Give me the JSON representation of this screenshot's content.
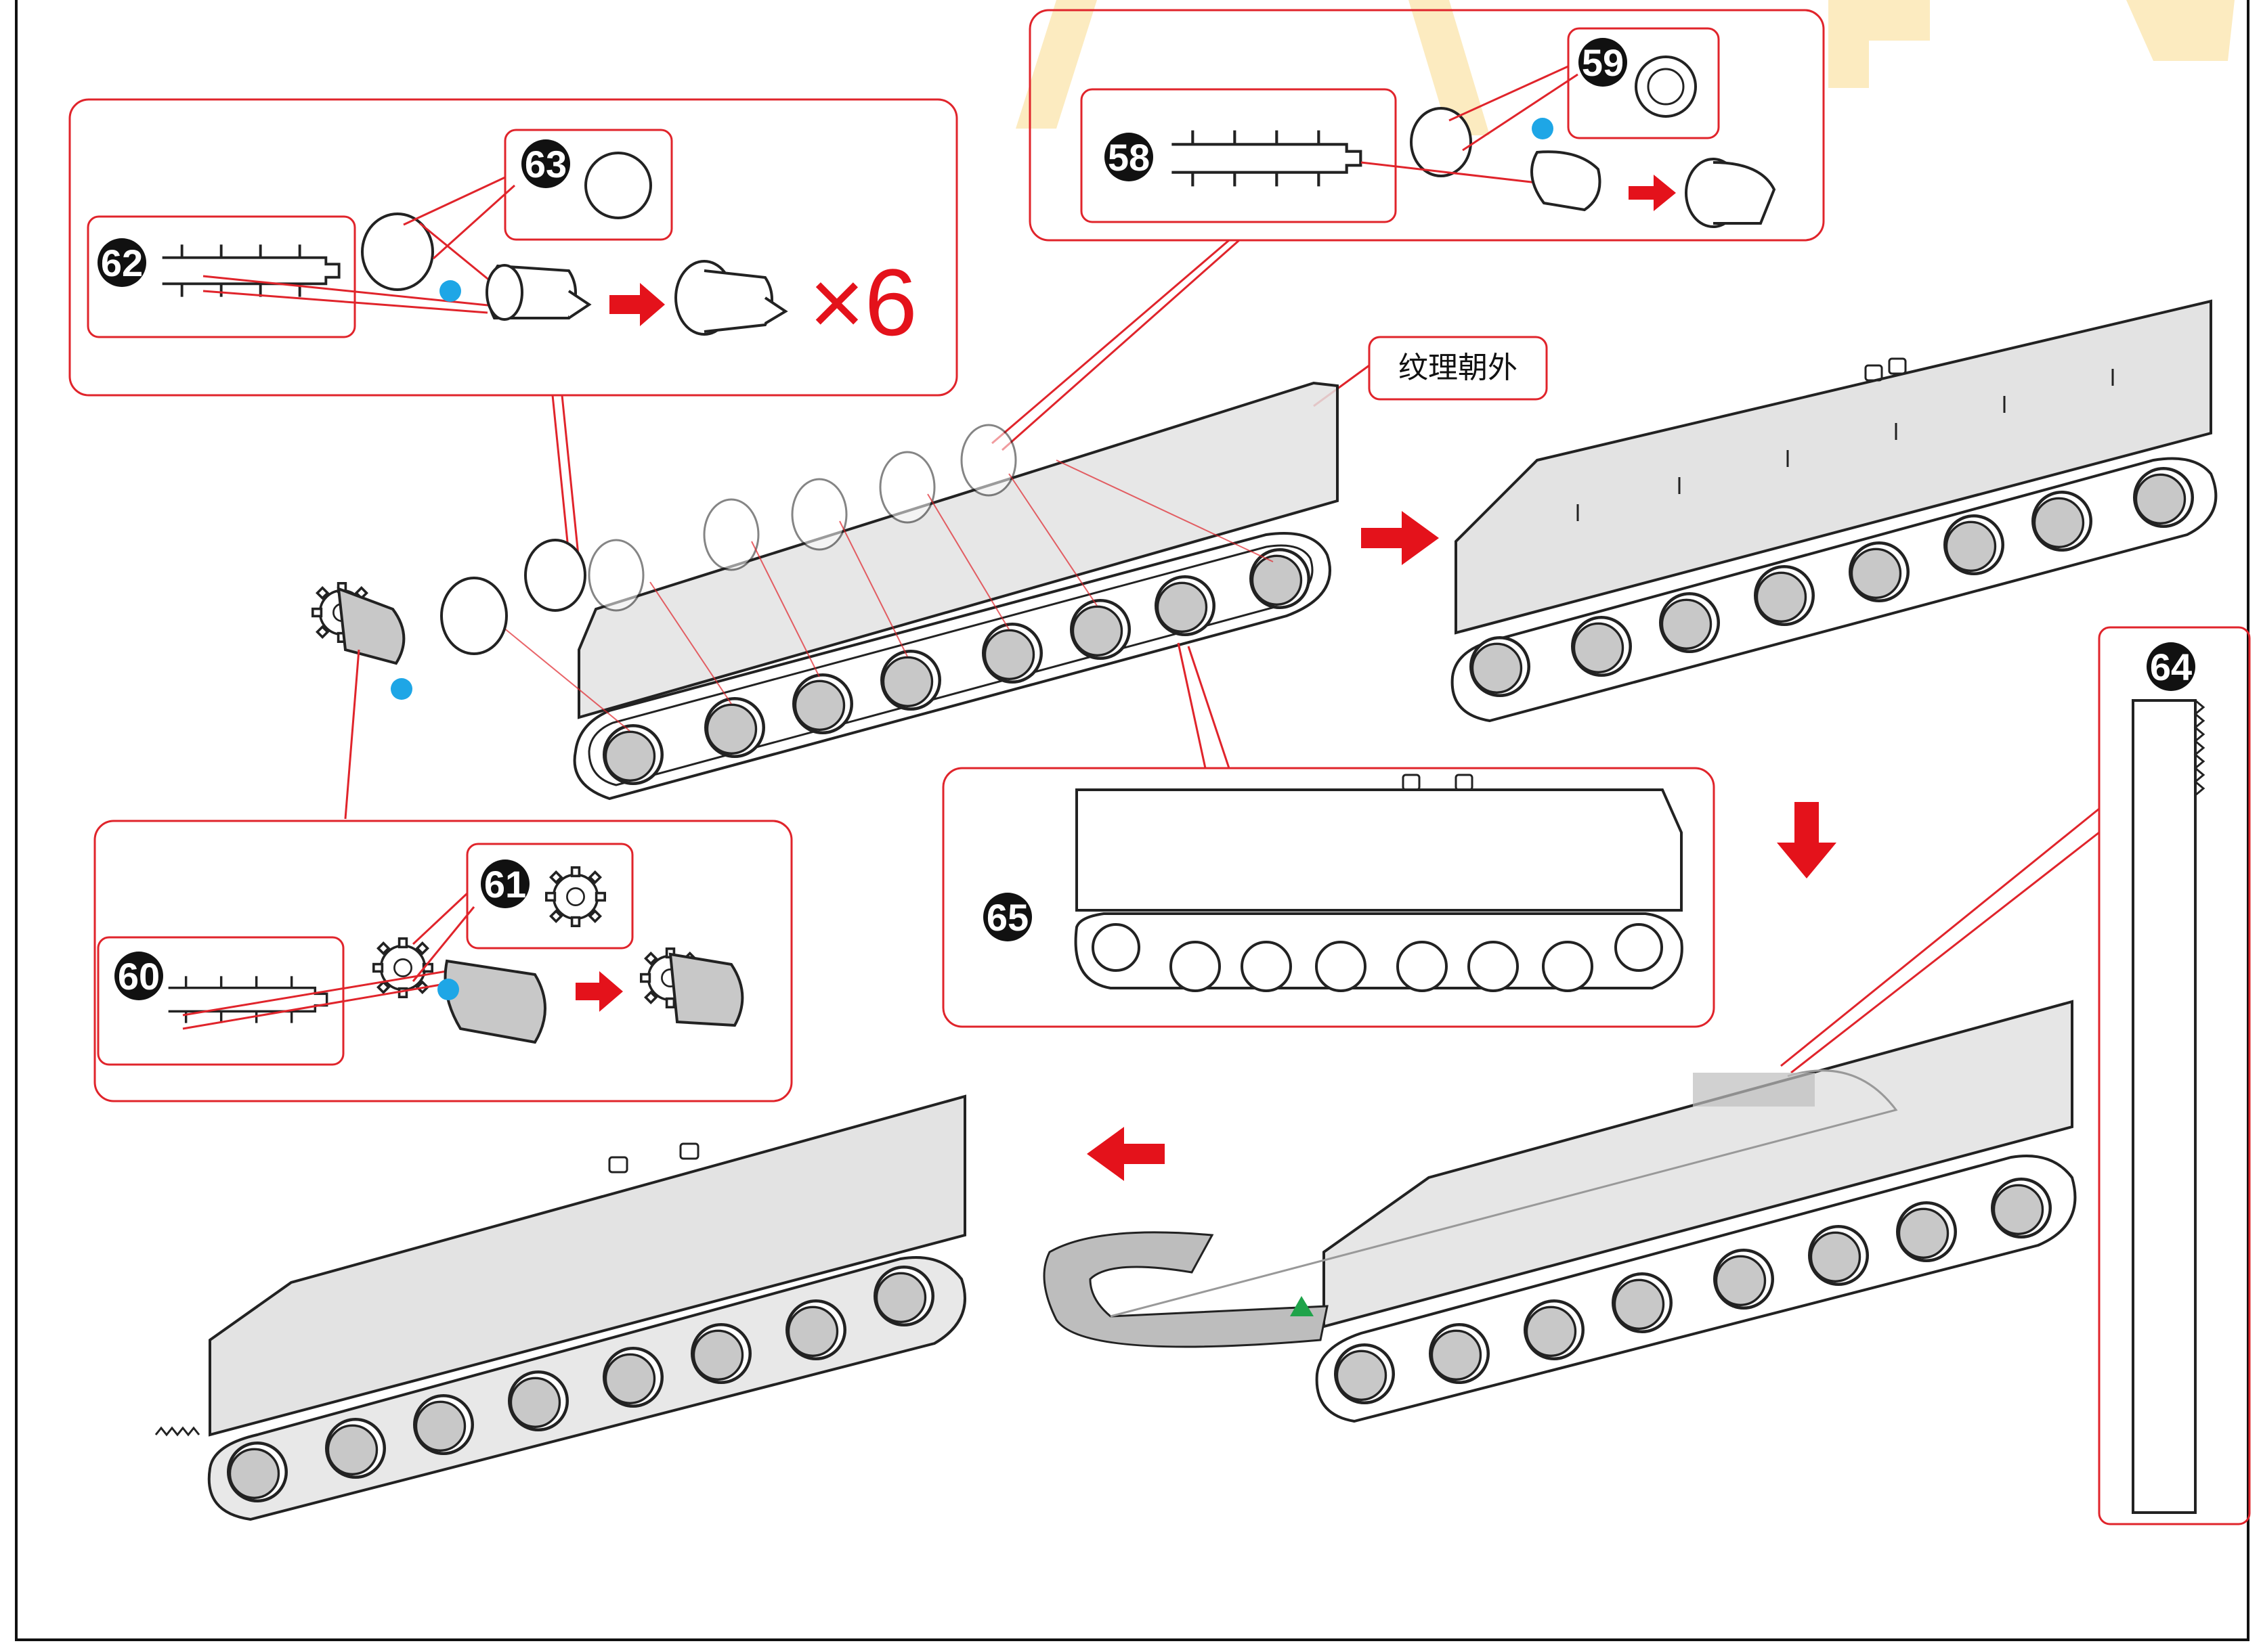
{
  "parts": {
    "p58": "58",
    "p59": "59",
    "p60": "60",
    "p61": "61",
    "p62": "62",
    "p63": "63",
    "p64": "64",
    "p65": "65"
  },
  "multiplier": "×6",
  "note": "纹理朝外",
  "colors": {
    "callout_border": "#e0242b",
    "arrow": "#e4121b",
    "glue_dot": "#1ea6e6",
    "align_mark": "#1fa34a",
    "part_fill": "#dcdcdc",
    "wheel_fill": "#c8c8c8"
  },
  "icons": [
    "arrow-right-icon",
    "arrow-down-icon",
    "arrow-left-icon",
    "glue-dot-icon",
    "align-triangle-icon"
  ]
}
